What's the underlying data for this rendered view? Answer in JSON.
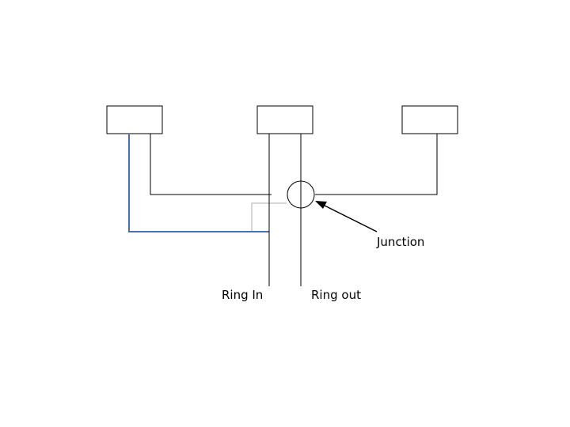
{
  "labels": {
    "junction": "Junction",
    "ring_in": "Ring In",
    "ring_out": "Ring out"
  },
  "colors": {
    "line": "#000000",
    "blue_wire": "#4a6fb5",
    "faint_wire": "#c8c8c8",
    "background": "#ffffff"
  }
}
